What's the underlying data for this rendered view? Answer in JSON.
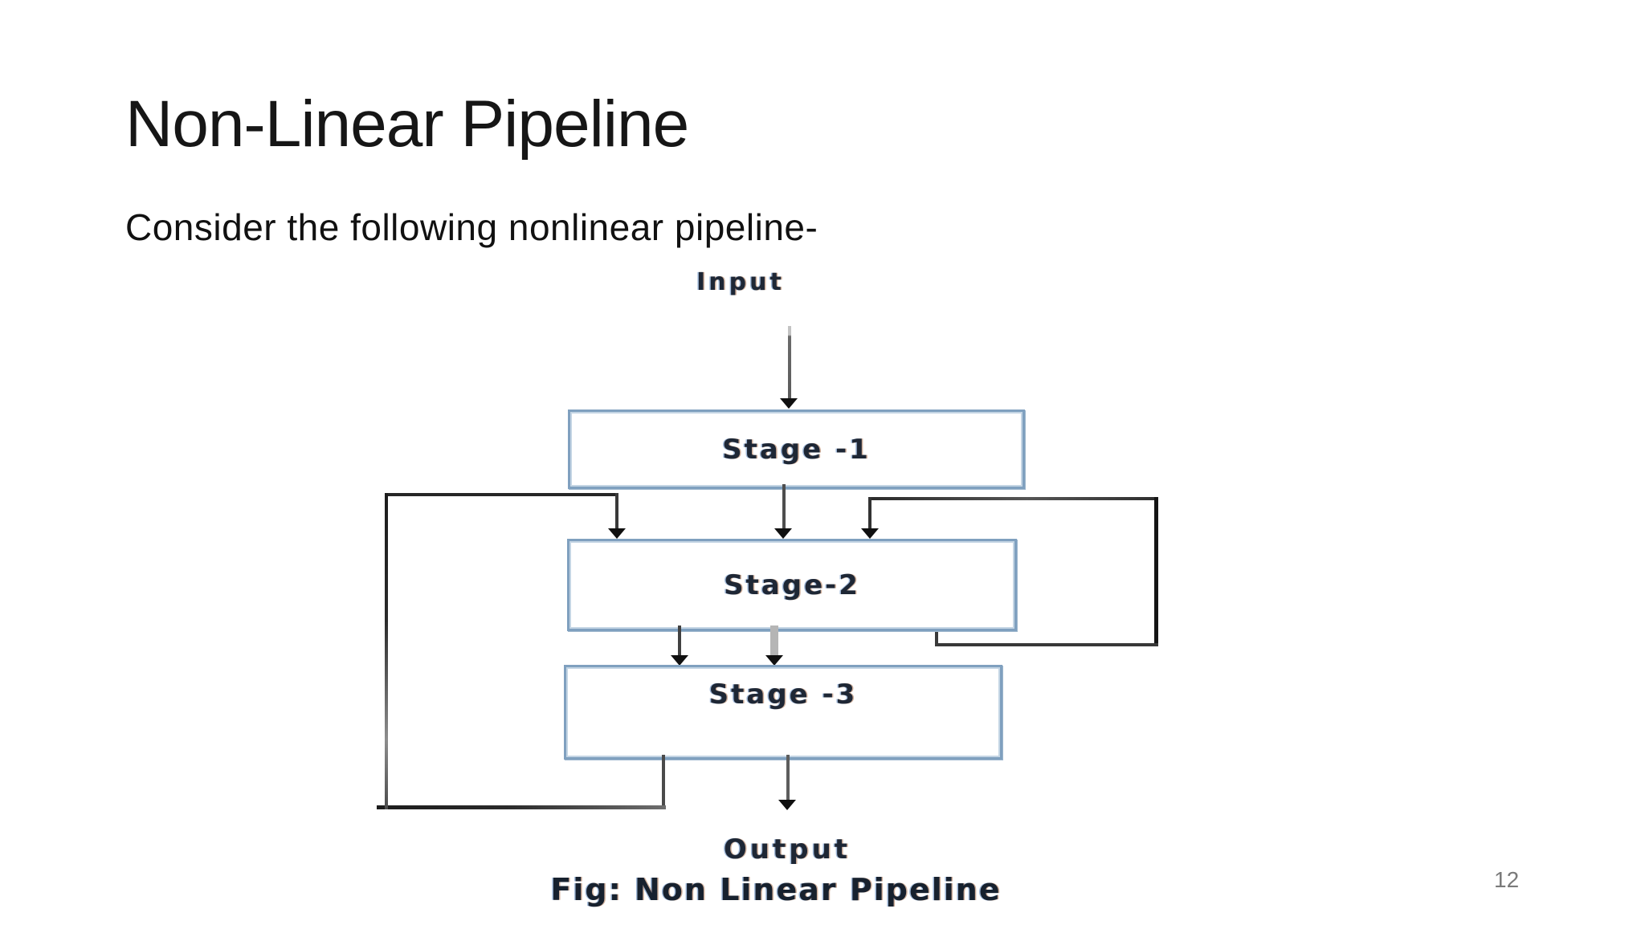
{
  "slide": {
    "title": "Non-Linear Pipeline",
    "subtitle": "Consider the following nonlinear pipeline-",
    "page_number": "12"
  },
  "diagram": {
    "input_label": "Input",
    "stages": [
      {
        "label": "Stage -1"
      },
      {
        "label": "Stage-2"
      },
      {
        "label": "Stage -3"
      }
    ],
    "output_label": "Output",
    "caption": "Fig: Non Linear Pipeline",
    "colors": {
      "stage_border": "#7fa0bf",
      "stage_border_inner": "#c4d5e4",
      "connector_line": "#3c3c3c",
      "arrowhead": "#101010",
      "diagram_text": "#1e2735",
      "page_number_text": "#7a7a7a"
    }
  }
}
